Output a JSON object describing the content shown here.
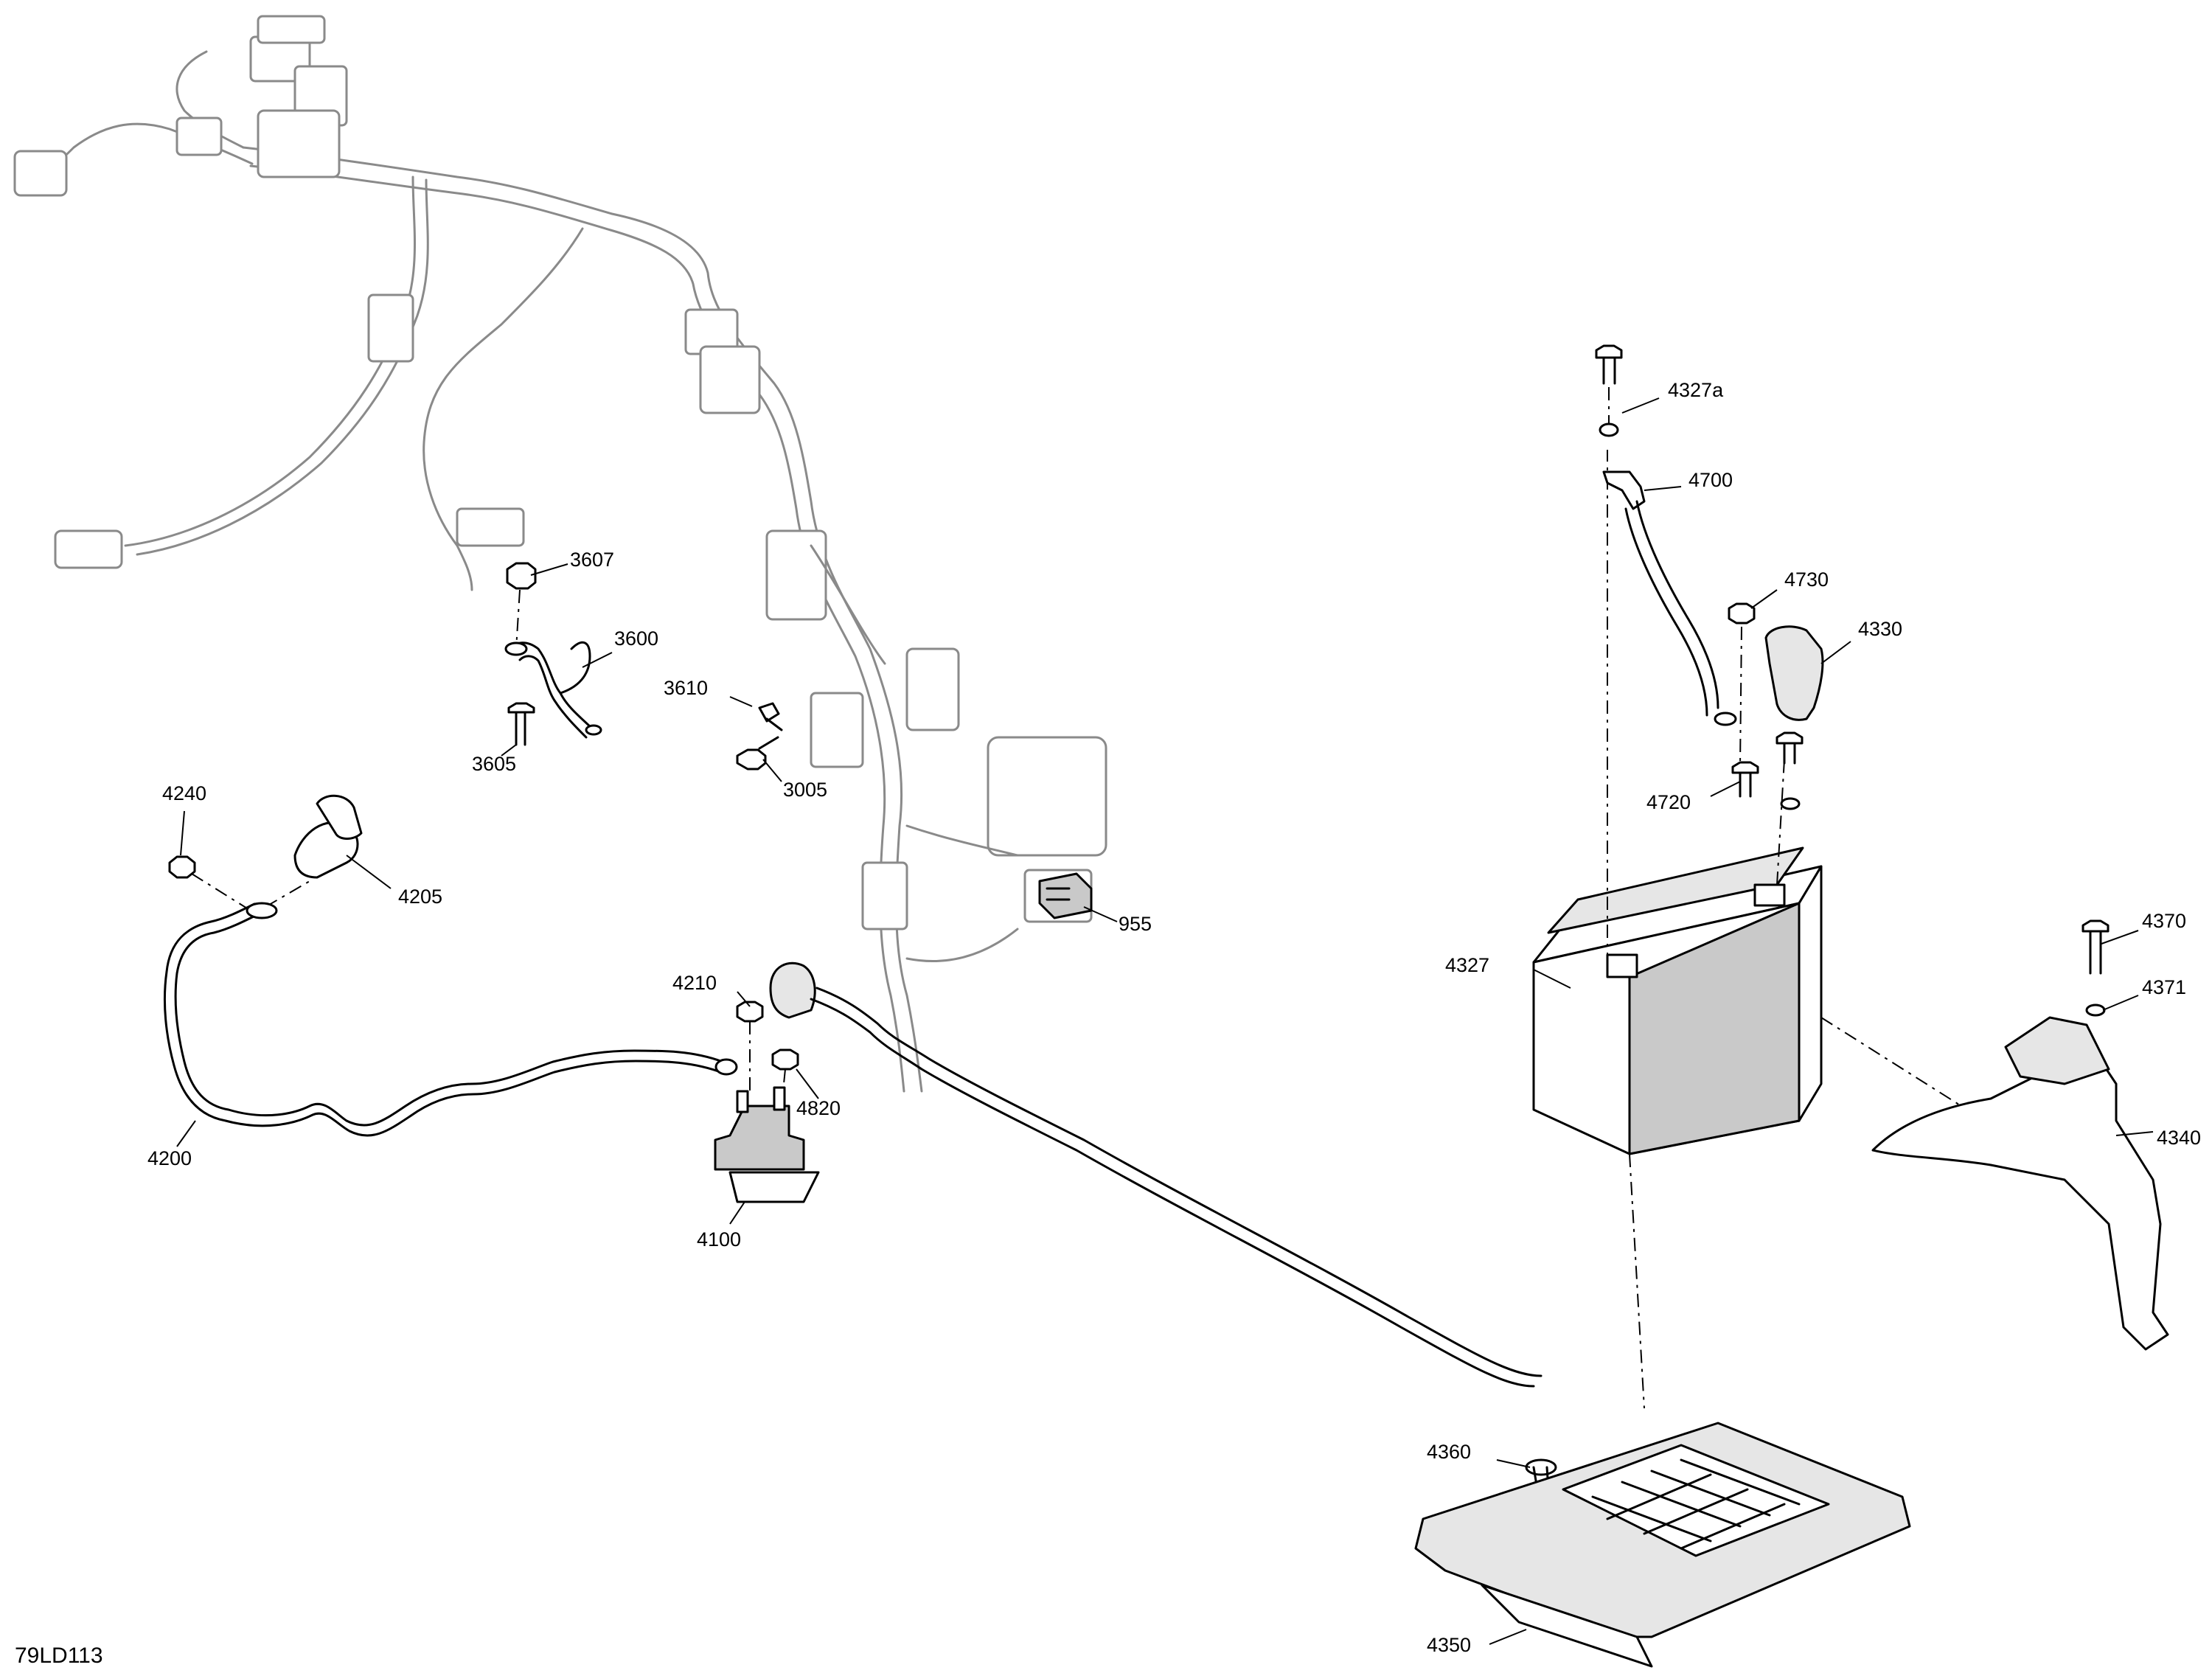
{
  "figure_id": "79LD113",
  "callouts": {
    "c3607": "3607",
    "c3600": "3600",
    "c3610": "3610",
    "c3605": "3605",
    "c3005": "3005",
    "c4240": "4240",
    "c4205": "4205",
    "c955": "955",
    "c4210": "4210",
    "c4820": "4820",
    "c4200": "4200",
    "c4100": "4100",
    "c4327a": "4327a",
    "c4700": "4700",
    "c4730": "4730",
    "c4330": "4330",
    "c4720": "4720",
    "c4327": "4327",
    "c4370": "4370",
    "c4371": "4371",
    "c4340": "4340",
    "c4360": "4360",
    "c4350": "4350"
  }
}
